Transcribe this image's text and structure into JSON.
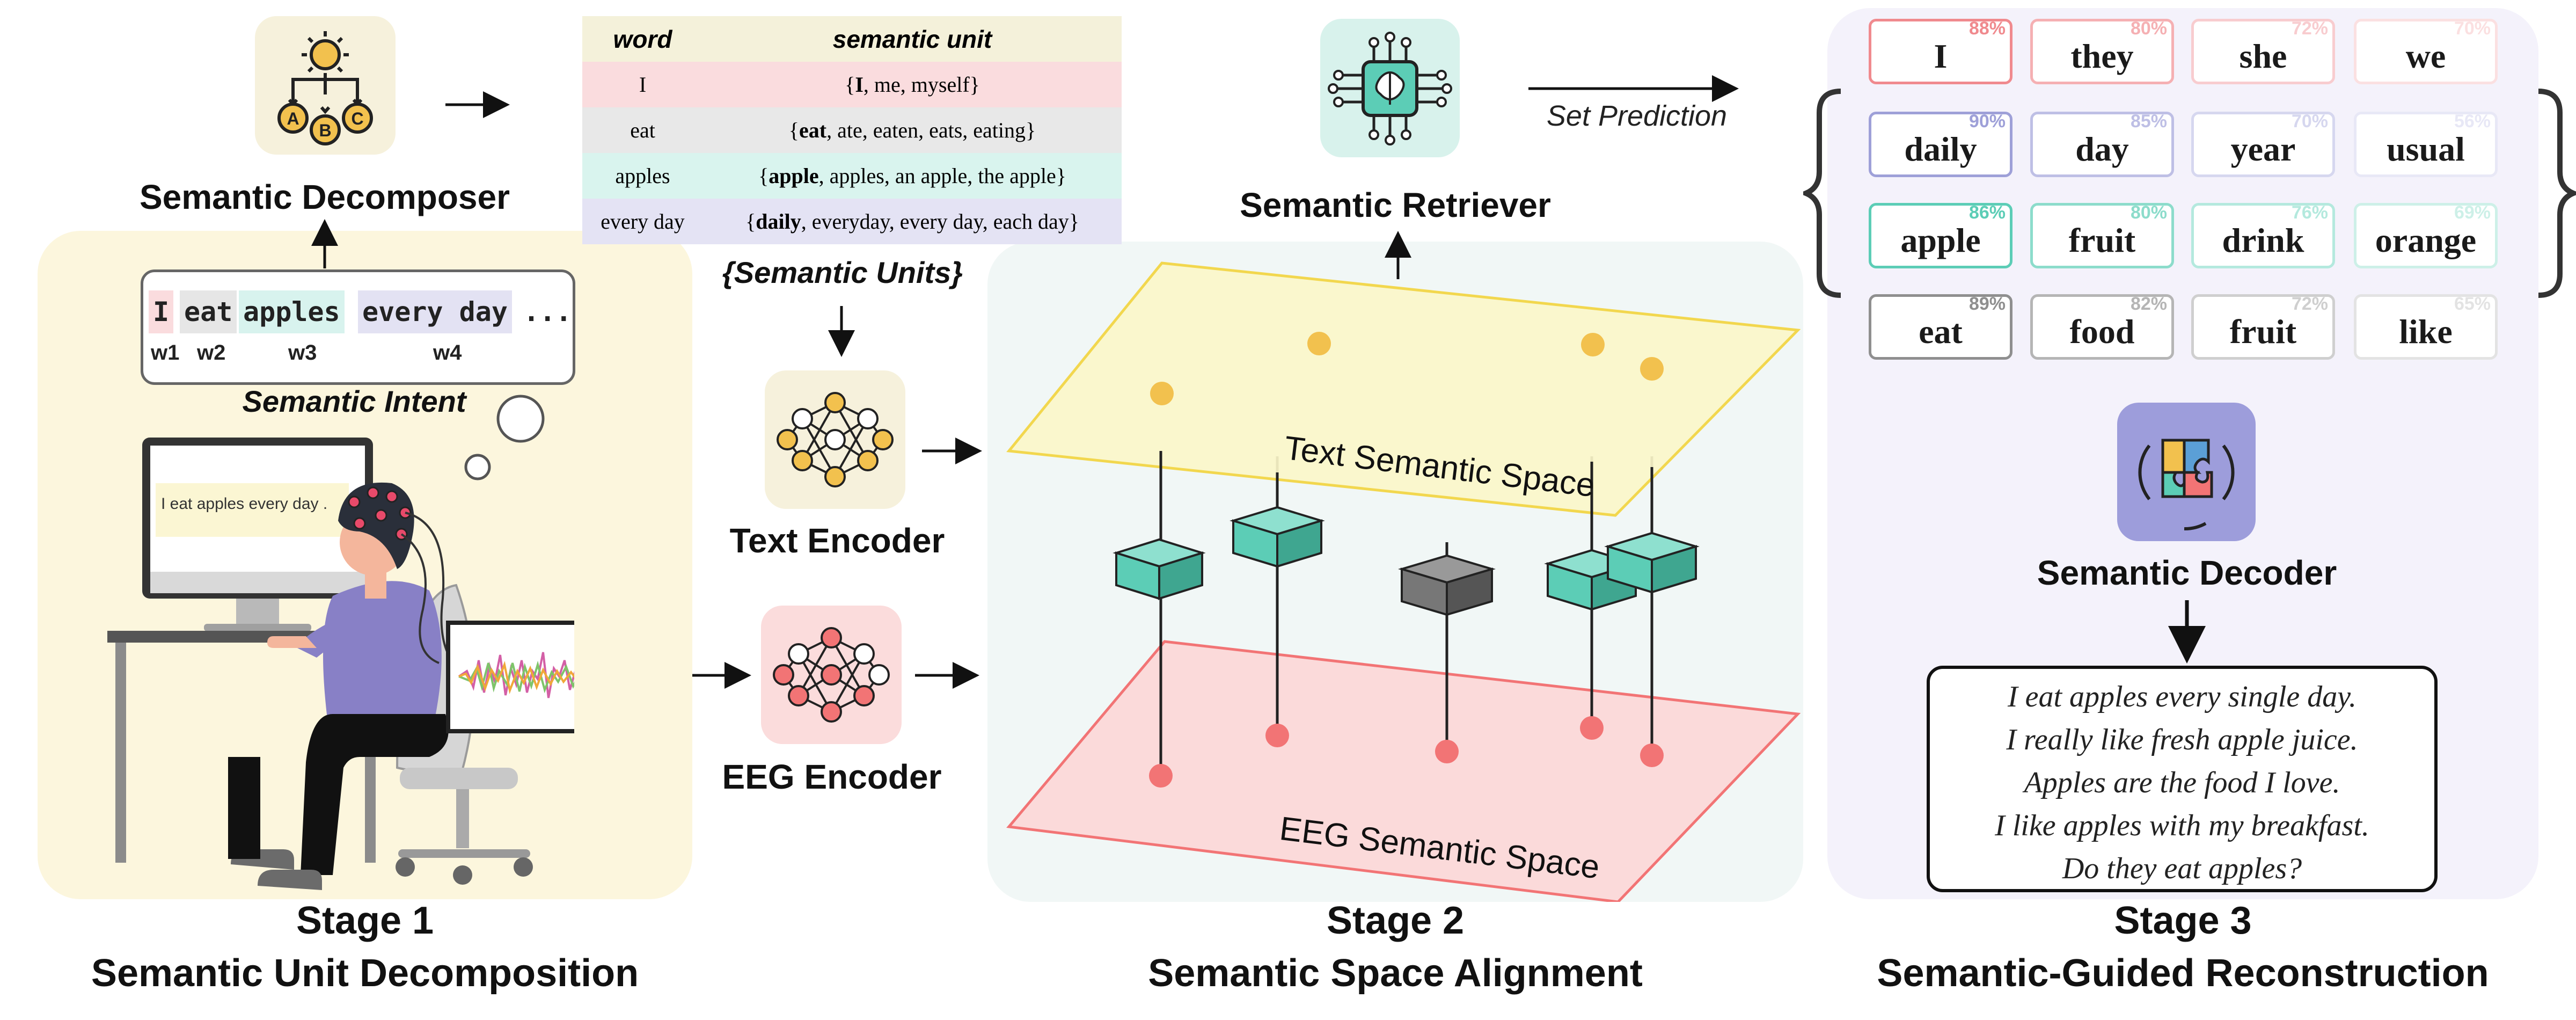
{
  "stage1": {
    "title": "Stage 1",
    "subtitle": "Semantic Unit Decomposition",
    "decomposer_label": "Semantic Decomposer",
    "intent_label": "Semantic Intent",
    "screen_text": "I eat apples every day .",
    "intent_words": [
      {
        "text": "I",
        "tag": "w1",
        "color": "#fadcde"
      },
      {
        "text": "eat",
        "tag": "w2",
        "color": "#e6e6e6"
      },
      {
        "text": "apples",
        "tag": "w3",
        "color": "#d8f3ee"
      },
      {
        "text": "every day",
        "tag": "w4",
        "color": "#e3e2f3"
      }
    ],
    "ellipsis": "...",
    "decomposer_icon_letters": [
      "A",
      "B",
      "C"
    ]
  },
  "unit_table": {
    "headers": [
      "word",
      "semantic unit"
    ],
    "rows": [
      {
        "word": "I",
        "bold": "I",
        "rest": ", me, myself",
        "color": "#fadcde"
      },
      {
        "word": "eat",
        "bold": "eat",
        "rest": ", ate, eaten, eats, eating",
        "color": "#e8e8e8"
      },
      {
        "word": "apples",
        "bold": "apple",
        "rest": ", apples, an apple, the apple",
        "color": "#d9f4ee"
      },
      {
        "word": "every day",
        "bold": "daily",
        "rest": ", everyday, every day, each day",
        "color": "#e4e3f4"
      }
    ]
  },
  "stage2": {
    "title": "Stage 2",
    "subtitle": "Semantic Space Alignment",
    "semantic_units_label": "{Semantic Units}",
    "text_encoder_label": "Text Encoder",
    "eeg_encoder_label": "EEG Encoder",
    "retriever_label": "Semantic Retriever",
    "set_prediction_label": "Set Prediction",
    "text_space_label": "Text Semantic Space",
    "eeg_space_label": "EEG Semantic Space"
  },
  "stage3": {
    "title": "Stage 3",
    "subtitle": "Semantic-Guided Reconstruction",
    "decoder_label": "Semantic Decoder",
    "candidates": [
      [
        {
          "w": "I",
          "p": "88%"
        },
        {
          "w": "they",
          "p": "80%"
        },
        {
          "w": "she",
          "p": "72%"
        },
        {
          "w": "we",
          "p": "70%"
        }
      ],
      [
        {
          "w": "daily",
          "p": "90%"
        },
        {
          "w": "day",
          "p": "85%"
        },
        {
          "w": "year",
          "p": "70%"
        },
        {
          "w": "usual",
          "p": "56%"
        }
      ],
      [
        {
          "w": "apple",
          "p": "86%"
        },
        {
          "w": "fruit",
          "p": "80%"
        },
        {
          "w": "drink",
          "p": "76%"
        },
        {
          "w": "orange",
          "p": "69%"
        }
      ],
      [
        {
          "w": "eat",
          "p": "89%"
        },
        {
          "w": "food",
          "p": "82%"
        },
        {
          "w": "fruit",
          "p": "72%"
        },
        {
          "w": "like",
          "p": "65%"
        }
      ]
    ],
    "row_colors": [
      "#f08a8e",
      "#9ea0d8",
      "#5ccdb6",
      "#8f8f8f"
    ],
    "sentences": [
      "I eat apples every single day.",
      "I really like fresh apple juice.",
      "Apples are the food I love.",
      "I like apples with my breakfast.",
      "Do they eat apples?"
    ]
  },
  "colors": {
    "stage1_bg": "#fcf6dd",
    "stage2_bg": "#f1f7f6",
    "stage3_bg": "#f4f2fb",
    "text_space": "#fbf6c9",
    "eeg_space": "#fbdada",
    "teal": "#5ccdb6",
    "yellow_dot": "#f2c14e",
    "red_dot": "#f27475"
  }
}
